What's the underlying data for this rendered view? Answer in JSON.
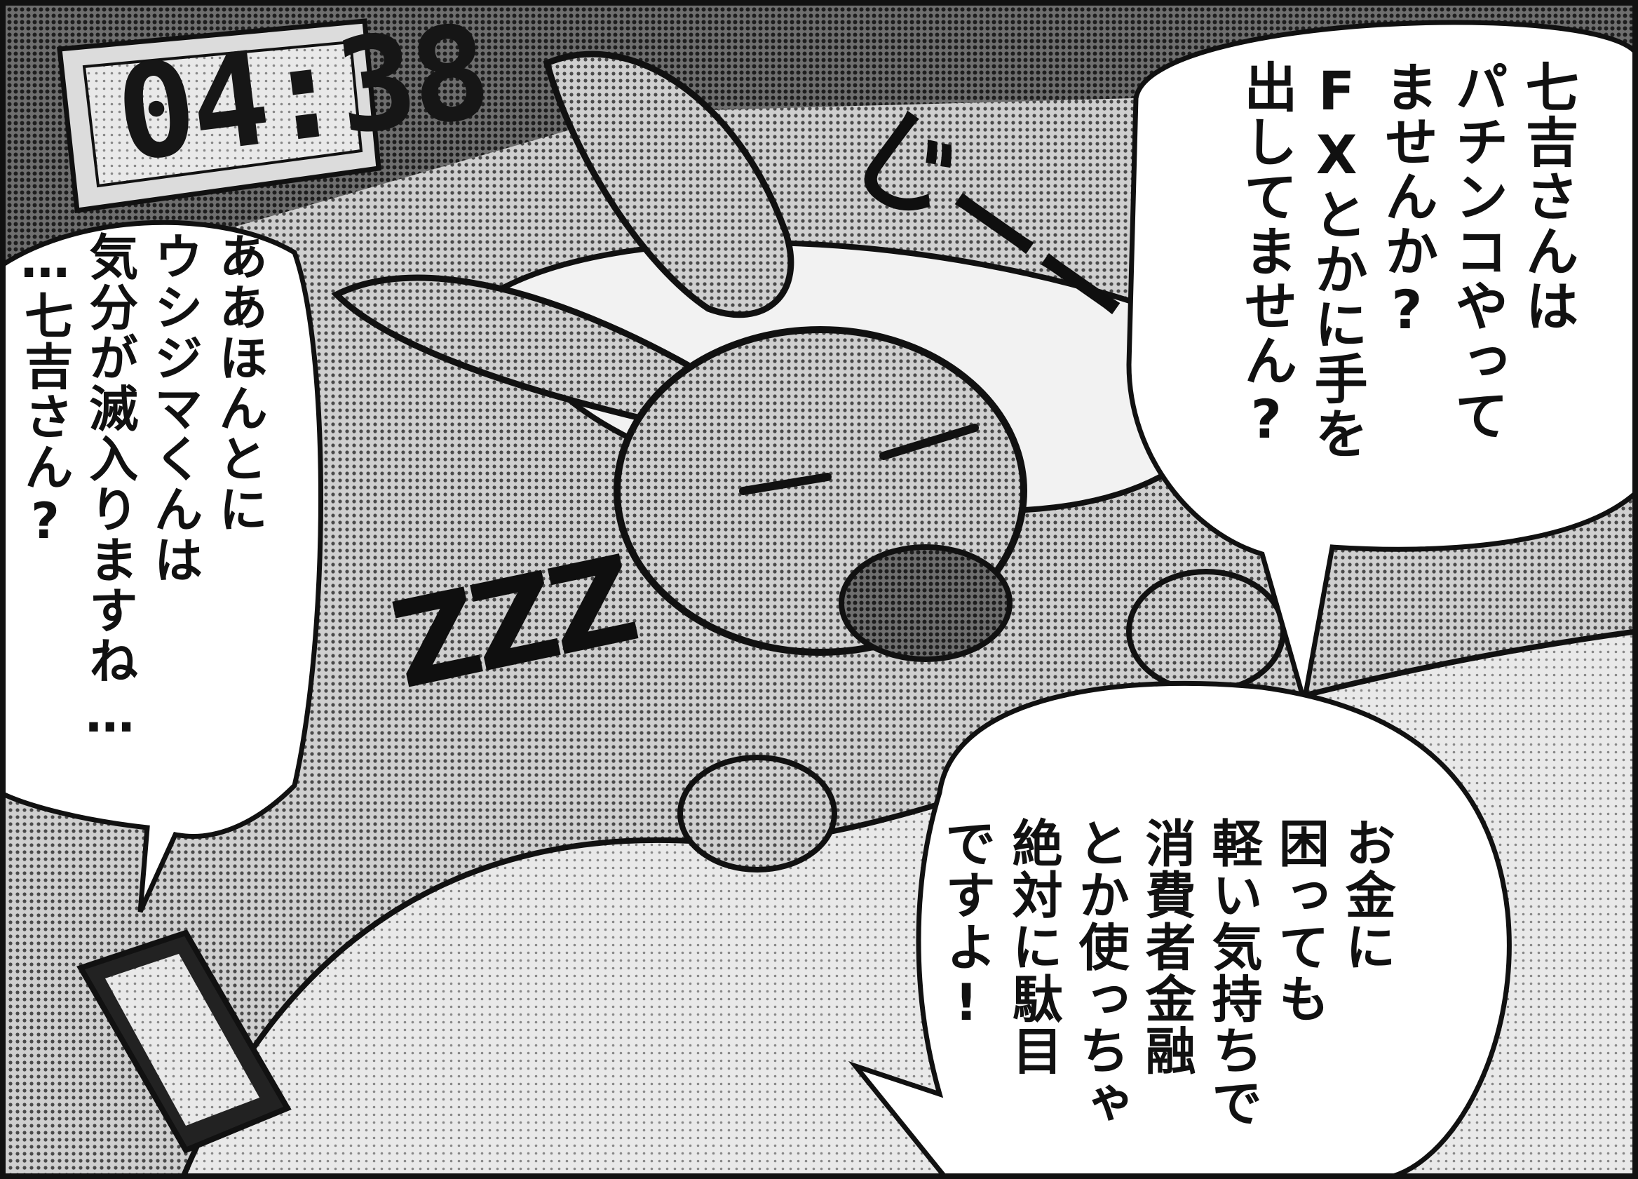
{
  "clock": {
    "time": "04:38"
  },
  "bubbles": {
    "right_top": {
      "text": "七吉さんは\nパチンコやって\nませんか?\nFXとかに手を\n出してません?"
    },
    "right_bottom": {
      "text": "お金に\n困っても\n軽い気持ちで\n消費者金融\nとか使っちゃ\n絶対に駄目\nですよ!"
    },
    "left": {
      "text": "ああほんとに\nウシジマくんは\n気分が滅入りますね…\n…七吉さん?"
    }
  },
  "sound_effects": {
    "snore": "ZZZ",
    "stare": "じーー"
  },
  "colors": {
    "ink": "#111111",
    "screentone": "#8a8a8a",
    "paper": "#ffffff"
  }
}
